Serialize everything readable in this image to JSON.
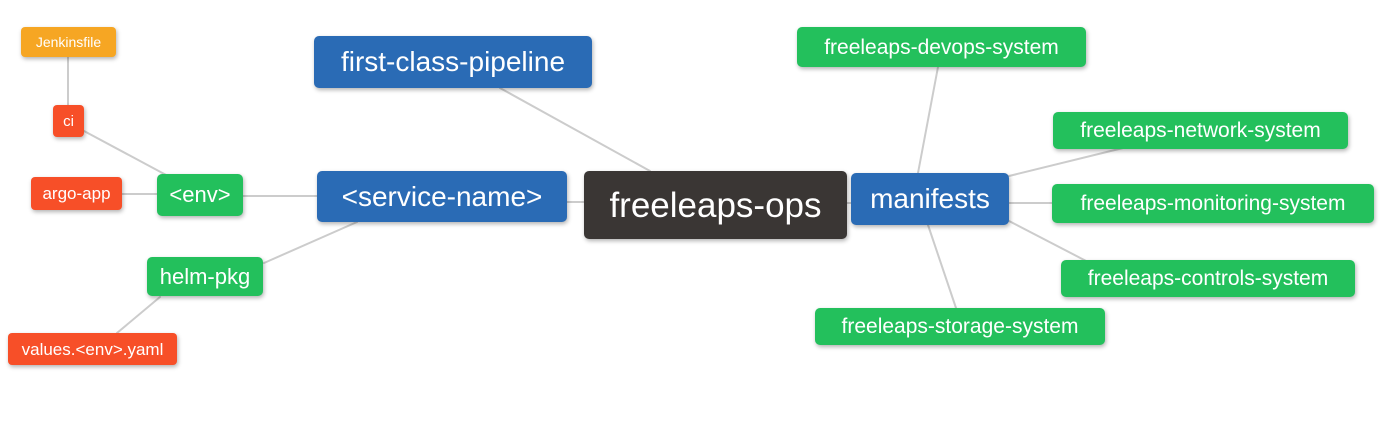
{
  "palette": {
    "blue": "#2a6bb5",
    "green": "#23c05c",
    "red": "#f74f28",
    "orange": "#f6a623",
    "dark": "#3a3634",
    "edge": "#cccccc",
    "background": "#ffffff",
    "text": "#ffffff"
  },
  "diagram": {
    "type": "mindmap",
    "root": "freeleaps-ops"
  },
  "nodes": {
    "freeleaps_ops": {
      "label": "freeleaps-ops",
      "color": "dark"
    },
    "first_class_pipeline": {
      "label": "first-class-pipeline",
      "color": "blue"
    },
    "service_name": {
      "label": "<service-name>",
      "color": "blue"
    },
    "manifests": {
      "label": "manifests",
      "color": "blue"
    },
    "env": {
      "label": "<env>",
      "color": "green"
    },
    "helm_pkg": {
      "label": "helm-pkg",
      "color": "green"
    },
    "ci": {
      "label": "ci",
      "color": "red"
    },
    "argo_app": {
      "label": "argo-app",
      "color": "red"
    },
    "jenkinsfile": {
      "label": "Jenkinsfile",
      "color": "orange"
    },
    "values_env_yaml": {
      "label": "values.<env>.yaml",
      "color": "red"
    },
    "devops_system": {
      "label": "freeleaps-devops-system",
      "color": "green"
    },
    "network_system": {
      "label": "freeleaps-network-system",
      "color": "green"
    },
    "monitoring_system": {
      "label": "freeleaps-monitoring-system",
      "color": "green"
    },
    "controls_system": {
      "label": "freeleaps-controls-system",
      "color": "green"
    },
    "storage_system": {
      "label": "freeleaps-storage-system",
      "color": "green"
    }
  },
  "hierarchy": {
    "freeleaps-ops": [
      "first-class-pipeline",
      "<service-name>",
      "manifests"
    ],
    "<service-name>": [
      "<env>",
      "helm-pkg"
    ],
    "<env>": [
      "ci",
      "argo-app"
    ],
    "ci": [
      "Jenkinsfile"
    ],
    "helm-pkg": [
      "values.<env>.yaml"
    ],
    "manifests": [
      "freeleaps-devops-system",
      "freeleaps-network-system",
      "freeleaps-monitoring-system",
      "freeleaps-controls-system",
      "freeleaps-storage-system"
    ]
  }
}
